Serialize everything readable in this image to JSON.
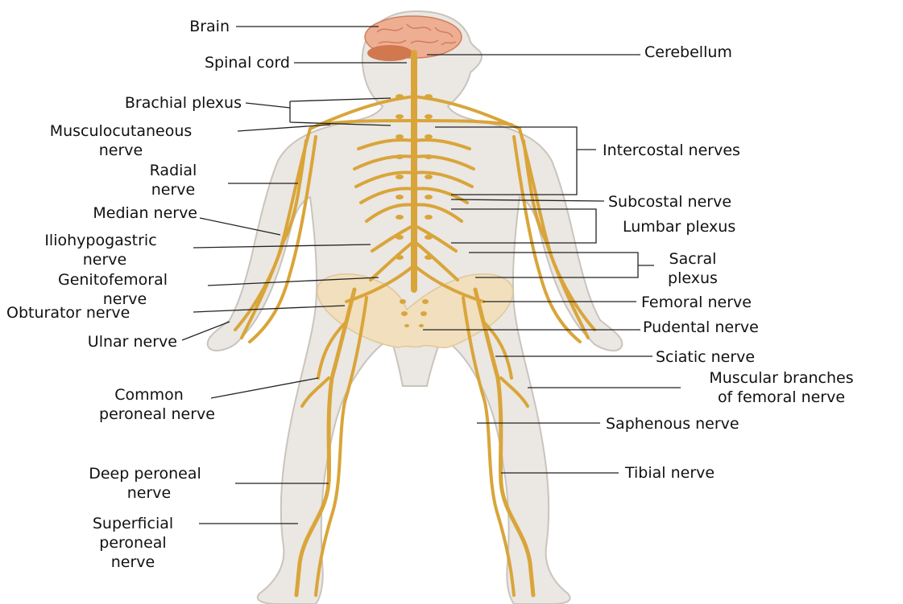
{
  "colors": {
    "body_fill": "#ebe7e2",
    "body_outline": "#c9c4bd",
    "nerve": "#d9a53a",
    "nerve_dark": "#b9851f",
    "brain": "#eeae92",
    "brain_dark": "#d07e5e",
    "cerebellum": "#d1784f",
    "pelvis": "#f1dfbd",
    "leader": "#222222"
  },
  "labels": {
    "brain": "Brain",
    "spinal_cord": "Spinal cord",
    "brachial_plexus": "Brachial plexus",
    "musculocutaneous_1": "Musculocutaneous",
    "musculocutaneous_2": "nerve",
    "radial_1": "Radial",
    "radial_2": "nerve",
    "median": "Median nerve",
    "iliohypogastric_1": "Iliohypogastric",
    "iliohypogastric_2": "nerve",
    "genitofemoral_1": "Genitofemoral",
    "genitofemoral_2": "nerve",
    "obturator": "Obturator nerve",
    "ulnar": "Ulnar nerve",
    "common_peroneal_1": "Common",
    "common_peroneal_2": "peroneal nerve",
    "deep_peroneal_1": "Deep peroneal",
    "deep_peroneal_2": "nerve",
    "superficial_peroneal_1": "Superficial",
    "superficial_peroneal_2": "peroneal",
    "superficial_peroneal_3": "nerve",
    "cerebellum": "Cerebellum",
    "intercostal": "Intercostal nerves",
    "subcostal": "Subcostal nerve",
    "lumbar_plexus": "Lumbar plexus",
    "sacral_1": "Sacral",
    "sacral_2": "plexus",
    "femoral": "Femoral nerve",
    "pudental": "Pudental nerve",
    "sciatic": "Sciatic nerve",
    "muscular_branches_1": "Muscular branches",
    "muscular_branches_2": "of femoral nerve",
    "saphenous": "Saphenous nerve",
    "tibial": "Tibial nerve"
  }
}
